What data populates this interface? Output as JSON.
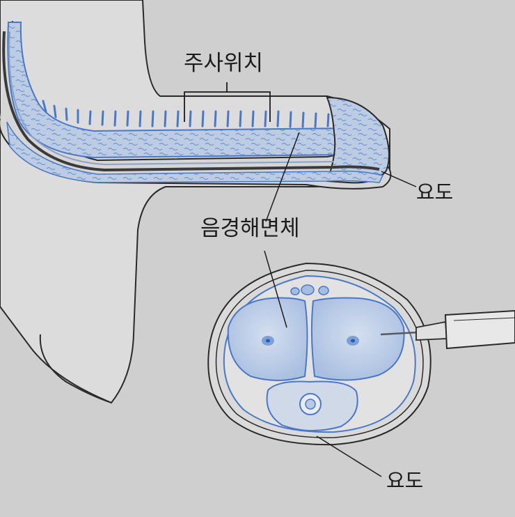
{
  "labels": {
    "injection_site": "주사위치",
    "urethra_top": "요도",
    "corpus_cavernosum": "음경해면체",
    "urethra_bottom": "요도"
  },
  "colors": {
    "background": "#cfcfcf",
    "body_fill": "#dcdcdc",
    "tissue_fill": "#bccce2",
    "accent_blue": "#4a78c8",
    "outline": "#2a2a2a"
  }
}
